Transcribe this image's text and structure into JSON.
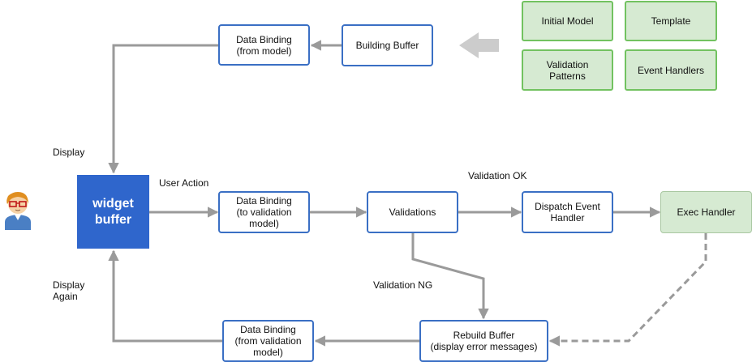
{
  "nodes": {
    "initial_model": "Initial Model",
    "template": "Template",
    "validation_patterns": "Validation\nPatterns",
    "event_handlers": "Event Handlers",
    "building_buffer": "Building Buffer",
    "binding_from_model": "Data Binding\n(from model)",
    "widget_buffer": "widget\nbuffer",
    "binding_to_validation": "Data Binding\n(to validation\nmodel)",
    "validations": "Validations",
    "dispatch_event_handler": "Dispatch Event\nHandler",
    "exec_handler": "Exec Handler",
    "rebuild_buffer": "Rebuild Buffer\n(display error messages)",
    "binding_from_validation": "Data Binding\n(from validation\nmodel)"
  },
  "labels": {
    "display": "Display",
    "user_action": "User Action",
    "validation_ok": "Validation OK",
    "validation_ng": "Validation NG",
    "display_again": "Display\nAgain"
  },
  "colors": {
    "arrow": "#9a9a9a",
    "box_border": "#3a6fc4",
    "widget_fill": "#2f66cc",
    "green_fill": "#d6ead2",
    "green_border": "#72c260"
  },
  "icons": {
    "user": "person-with-glasses-icon",
    "input_arrow": "left-arrow-icon"
  }
}
